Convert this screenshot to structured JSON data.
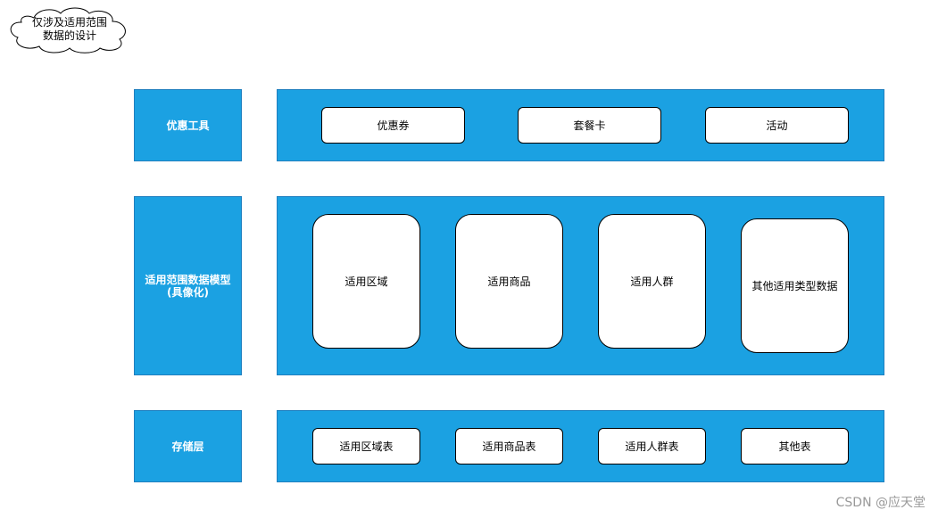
{
  "colors": {
    "blue": "#1ba1e2",
    "border": "#1f7fbf",
    "watermark": "#999999"
  },
  "cloud_note": {
    "line1": "仅涉及适用范围",
    "line2": "数据的设计"
  },
  "rows": {
    "tools": {
      "label": "优惠工具",
      "items": [
        "优惠券",
        "套餐卡",
        "活动"
      ]
    },
    "model": {
      "label_line1": "适用范围数据模型",
      "label_line2": "(具像化)",
      "items": [
        "适用区域",
        "适用商品",
        "适用人群",
        "其他适用类型数据"
      ]
    },
    "storage": {
      "label": "存储层",
      "items": [
        "适用区域表",
        "适用商品表",
        "适用人群表",
        "其他表"
      ]
    }
  },
  "watermark": "CSDN @应天堂"
}
